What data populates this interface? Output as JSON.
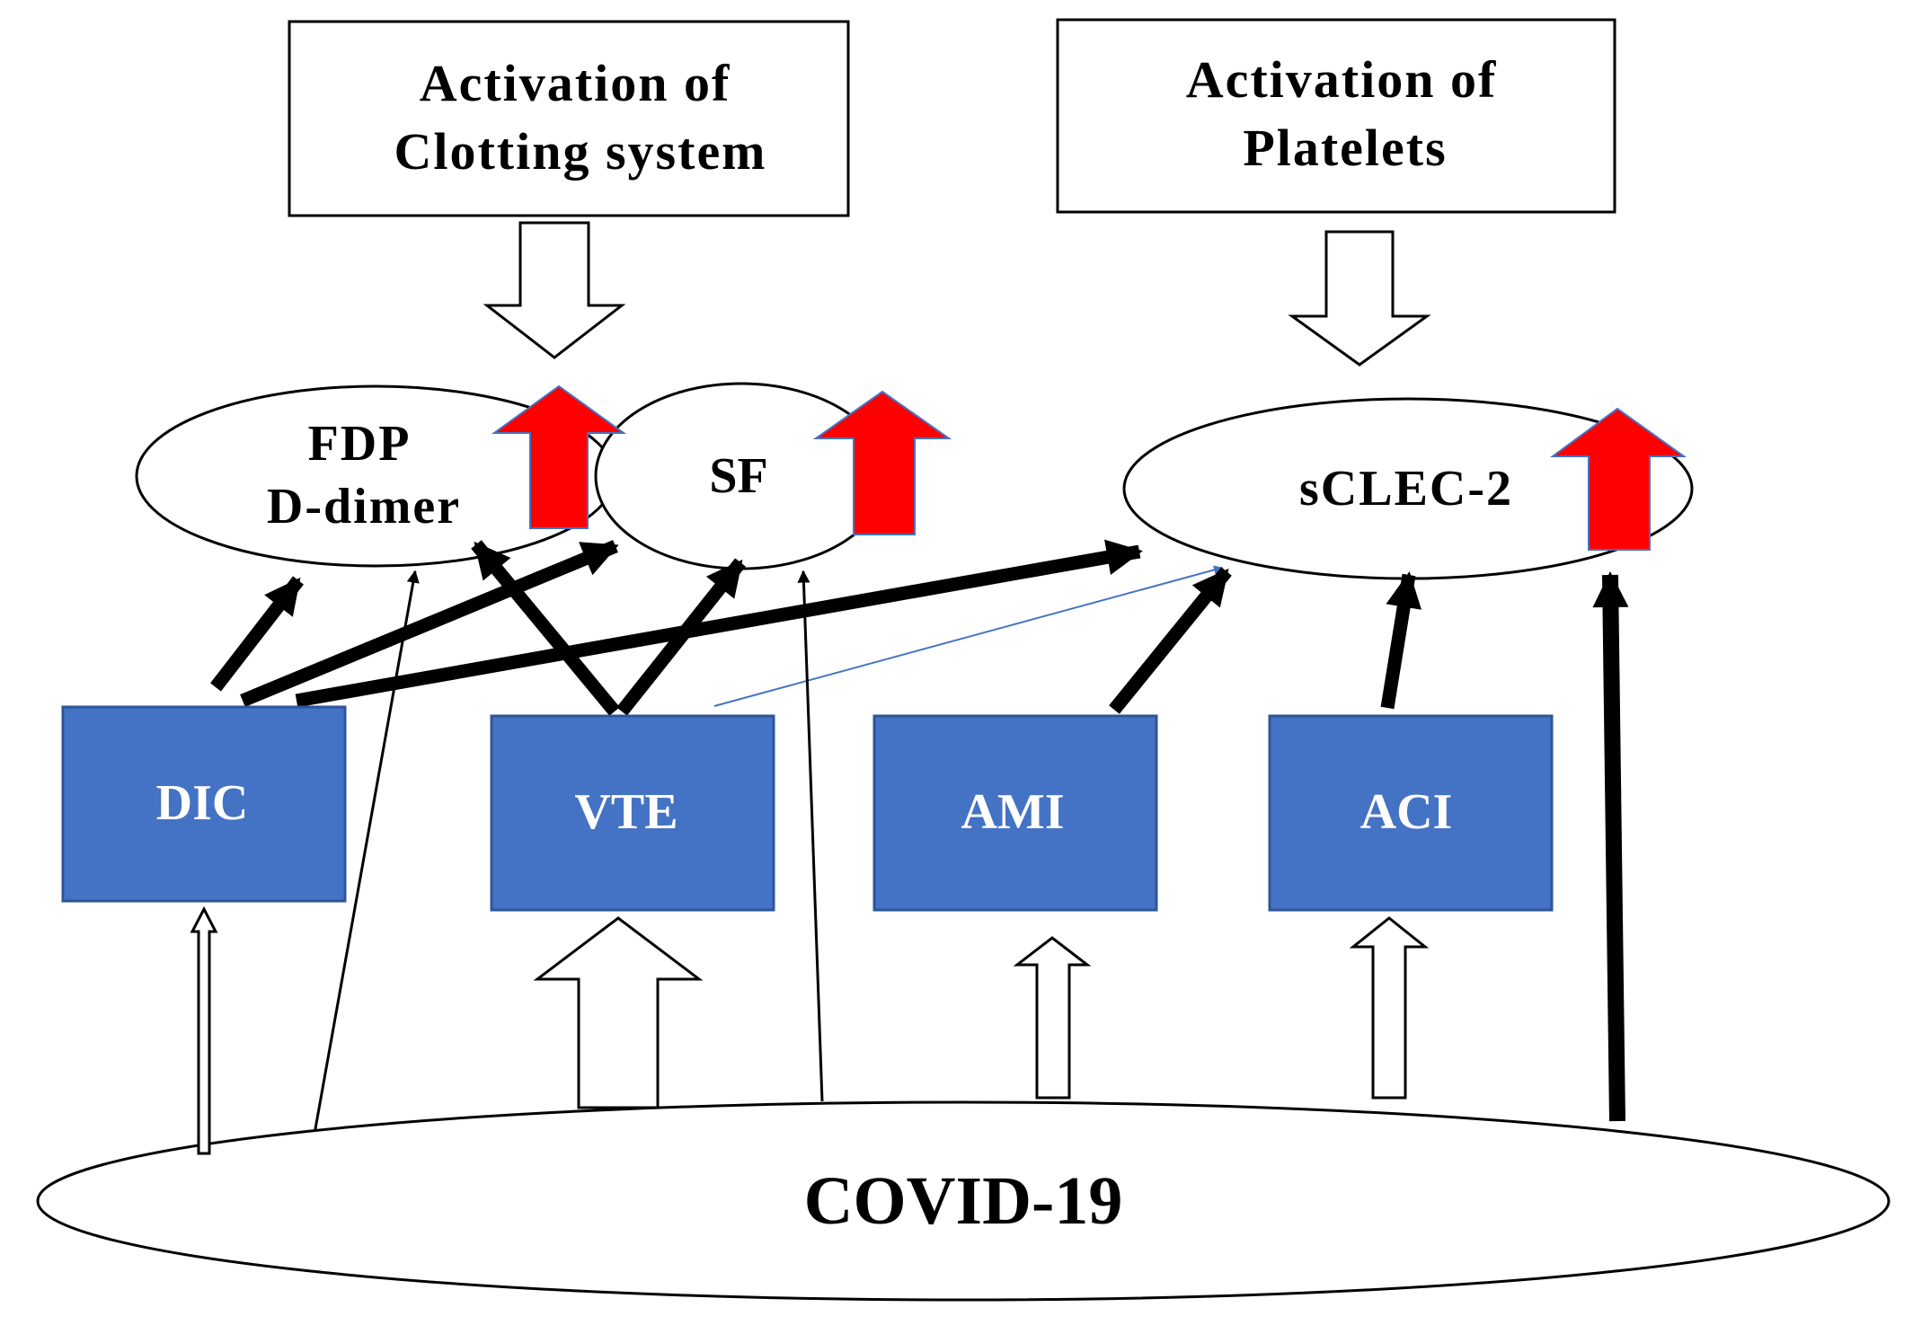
{
  "top_boxes": {
    "clotting": {
      "line1": "Activation of",
      "line2": "Clotting system"
    },
    "platelets": {
      "line1": "Activation of",
      "line2": "Platelets"
    }
  },
  "markers": {
    "fdp": {
      "line1": "FDP",
      "line2": "D-dimer"
    },
    "sf": {
      "label": "SF"
    },
    "sclec2": {
      "label": "sCLEC-2"
    }
  },
  "conditions": {
    "dic": "DIC",
    "vte": "VTE",
    "ami": "AMI",
    "aci": "ACI"
  },
  "base": {
    "label": "COVID-19"
  },
  "colors": {
    "condition_fill": "#4472C4",
    "condition_border": "#2F5597",
    "increase_arrow": "#FF0000",
    "increase_arrow_border": "#4472C4",
    "thin_blue_line": "#4472C4",
    "stroke": "#000000"
  }
}
